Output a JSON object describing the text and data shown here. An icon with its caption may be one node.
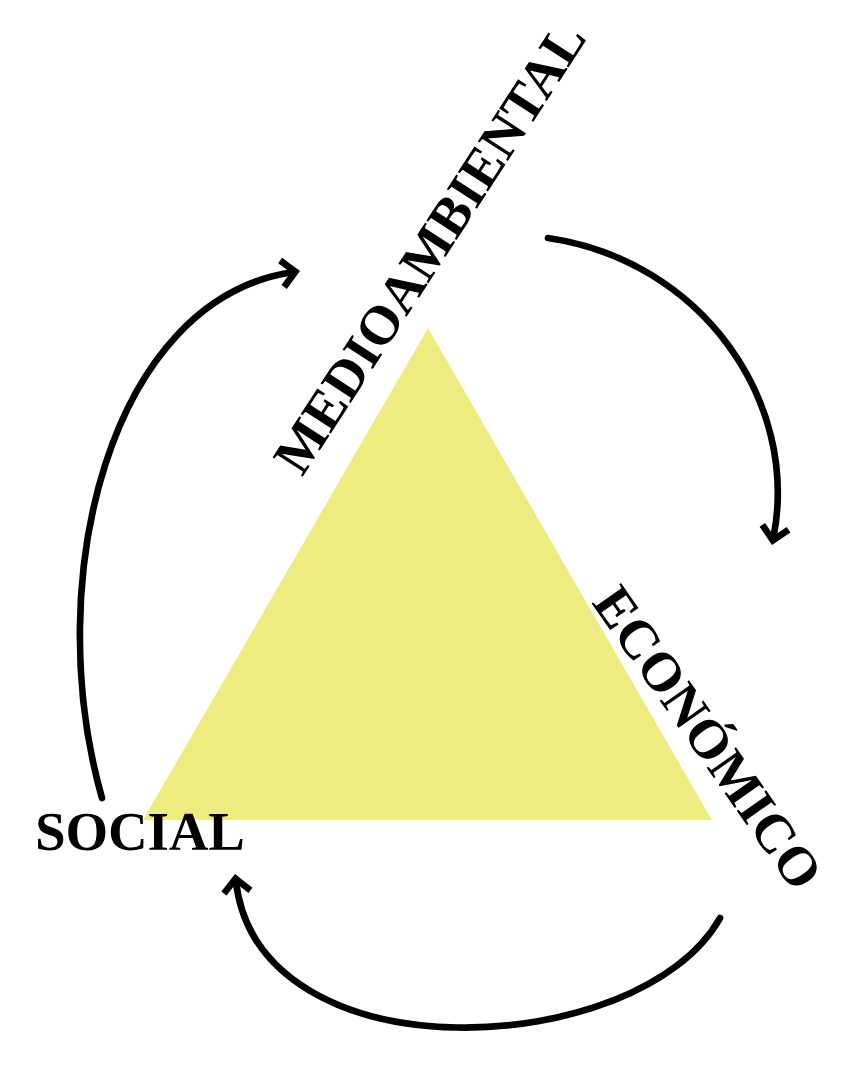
{
  "diagram": {
    "nodes": [
      {
        "text": [
          "MEDIOAMBIENTAL"
        ]
      },
      {
        "text": [
          "ECONÓMICO"
        ]
      },
      {
        "text": [
          "SOCIAL"
        ]
      }
    ],
    "edges": [
      {
        "from": 2,
        "to": 0,
        "arrow": "to"
      },
      {
        "from": 0,
        "to": 1,
        "arrow": "to"
      },
      {
        "from": 1,
        "to": 2,
        "arrow": "to"
      }
    ]
  }
}
